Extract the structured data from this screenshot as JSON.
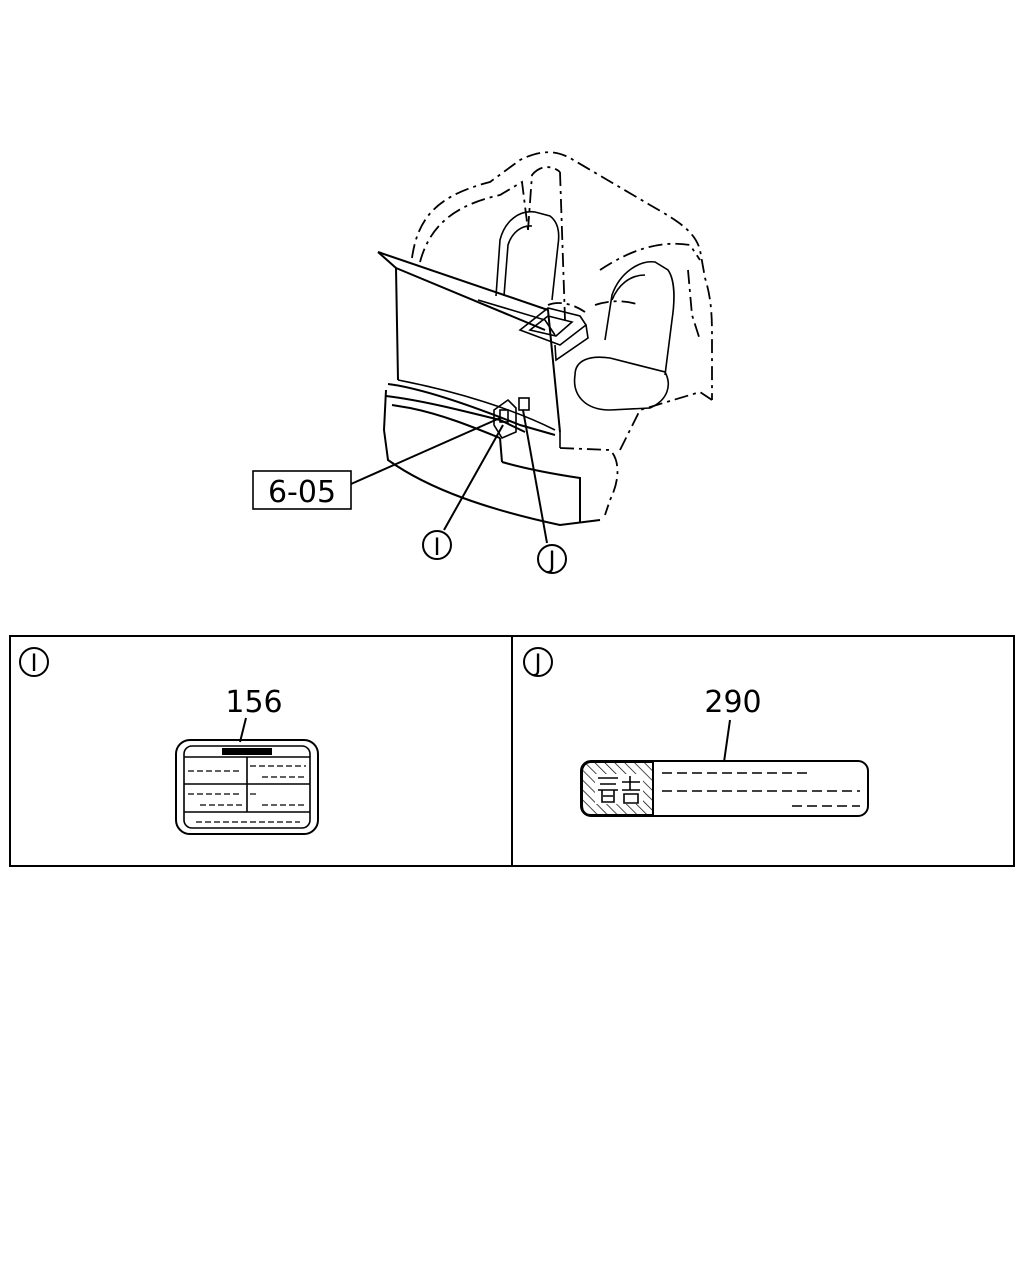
{
  "illustration": {
    "ref_box_label": "6-05",
    "callouts": [
      {
        "id": "I",
        "label": "I"
      },
      {
        "id": "J",
        "label": "J"
      }
    ]
  },
  "panels": [
    {
      "key": "I",
      "marker": "I",
      "part_number": "156"
    },
    {
      "key": "J",
      "marker": "J",
      "part_number": "290"
    }
  ],
  "colors": {
    "line": "#000000",
    "background": "#ffffff"
  },
  "icons": [
    "hatch-pattern",
    "dashed-text-lines",
    "circle-marker"
  ]
}
